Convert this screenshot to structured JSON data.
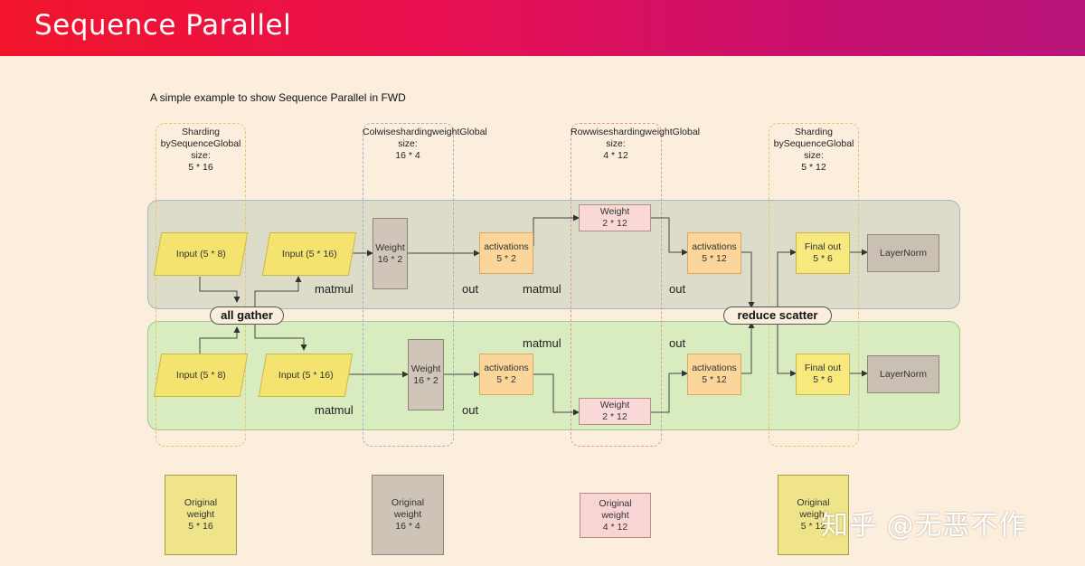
{
  "header": {
    "title": "Sequence Parallel"
  },
  "subtitle": "A simple example to show Sequence Parallel in FWD",
  "columns": [
    {
      "lines": [
        "Sharding by",
        "Sequence",
        "Global size:"
      ],
      "size": "5 * 16"
    },
    {
      "lines": [
        "Colwise",
        "sharding",
        "weight",
        "Global size:"
      ],
      "size": "16 * 4"
    },
    {
      "lines": [
        "Rowwise",
        "sharding",
        "weight",
        "Global size:"
      ],
      "size": "4 * 12"
    },
    {
      "lines": [
        "Sharding by",
        "Sequence",
        "Global size:"
      ],
      "size": "5 * 12"
    }
  ],
  "top_row": {
    "input1": "Input (5 * 8)",
    "input2": "Input (5 * 16)",
    "weight1": [
      "Weight",
      "16 * 2"
    ],
    "act1": [
      "activations",
      "5 * 2"
    ],
    "weight2": [
      "Weight",
      "2 * 12"
    ],
    "act2": [
      "activations",
      "5 * 12"
    ],
    "final": [
      "Final out",
      "5 * 6"
    ],
    "layernorm": "LayerNorm"
  },
  "bottom_row": {
    "input1": "Input (5 * 8)",
    "input2": "Input (5 * 16)",
    "weight1": [
      "Weight",
      "16 * 2"
    ],
    "act1": [
      "activations",
      "5 * 2"
    ],
    "weight2": [
      "Weight",
      "2 * 12"
    ],
    "act2": [
      "activations",
      "5 * 12"
    ],
    "final": [
      "Final out",
      "5 * 6"
    ],
    "layernorm": "LayerNorm"
  },
  "labels": {
    "matmul": "matmul",
    "out": "out",
    "all_gather": "all gather",
    "reduce_scatter": "reduce scatter"
  },
  "originals": [
    [
      "Original",
      "weight",
      "5 * 16"
    ],
    [
      "Original",
      "weight",
      "16 * 4"
    ],
    [
      "Original",
      "weight",
      "4 * 12"
    ],
    [
      "Original",
      "weight",
      "5 * 12"
    ]
  ],
  "watermark": "知乎 @无恶不作",
  "colors": {
    "header_start": "#f2142b",
    "header_end": "#b8157a",
    "background": "#fbeedd",
    "top_band": "#dcdcc9",
    "bottom_band": "#d9ecbf"
  }
}
